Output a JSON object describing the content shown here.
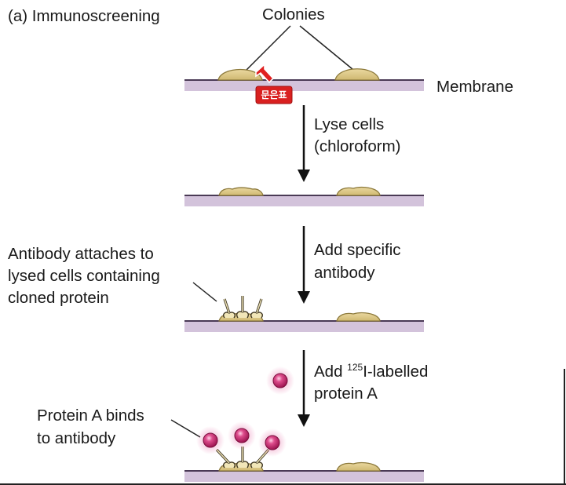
{
  "panel_title": "(a) Immunoscreening",
  "labels": {
    "colonies": "Colonies",
    "membrane": "Membrane",
    "cursor_tag": "문은표"
  },
  "steps": [
    {
      "line1": "Lyse cells",
      "line2": "(chloroform)"
    },
    {
      "line1": "Add specific",
      "line2": "antibody"
    },
    {
      "line1_pre": "Add ",
      "line1_sup": "125",
      "line1_post": "I-labelled",
      "line2": "protein A"
    }
  ],
  "callouts": {
    "antibody": [
      "Antibody attaches to",
      "lysed cells containing",
      "cloned protein"
    ],
    "protein_a": [
      "Protein A binds",
      "to antibody"
    ]
  },
  "colors": {
    "membrane": "#cdbcd4",
    "colony": "#ddc98a",
    "colony_edge": "#8d7a3c",
    "antibody": "#f1e6b8",
    "protein_a": "#c2266b",
    "cursor": "#e02020"
  }
}
